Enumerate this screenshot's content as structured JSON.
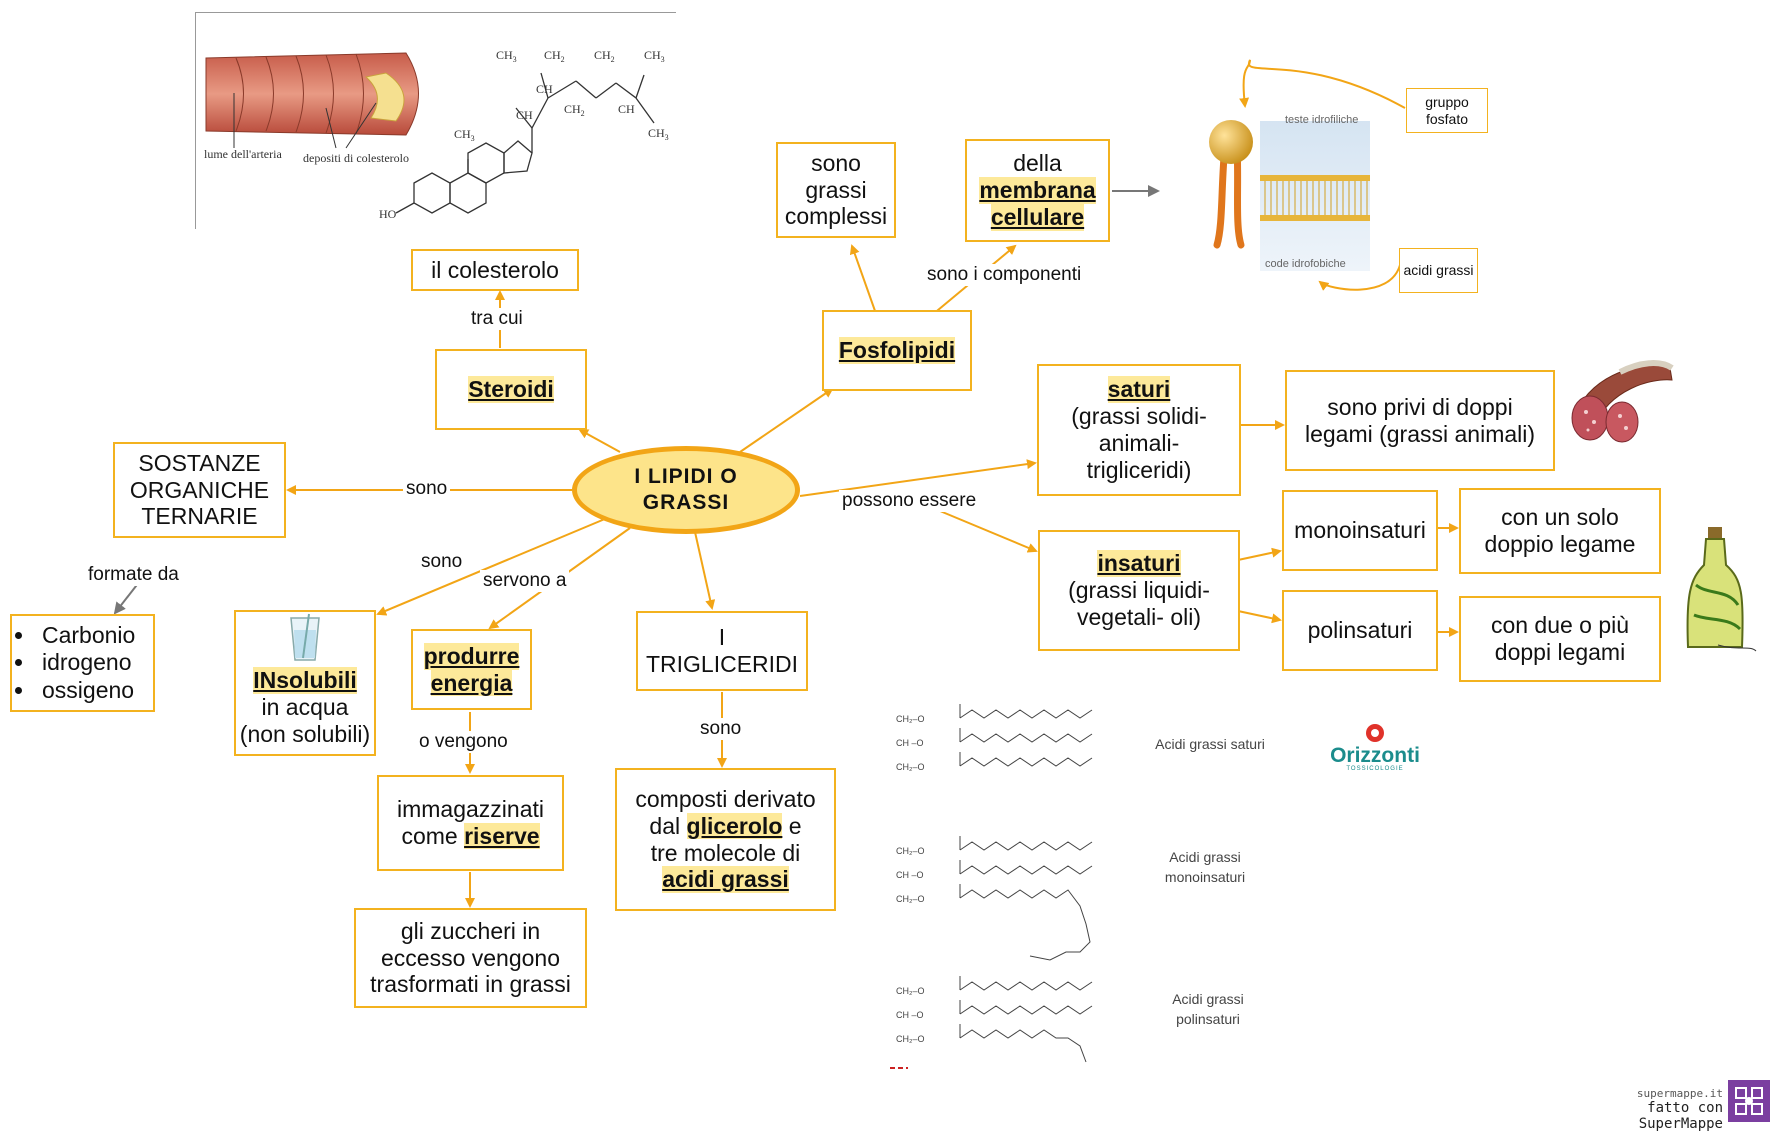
{
  "center": {
    "line1": "I  LIPIDI  O",
    "line2": "GRASSI"
  },
  "nodes": {
    "sostanze": "SOSTANZE ORGANICHE TERNARIE",
    "elements": [
      "Carbonio",
      "idrogeno",
      "ossigeno"
    ],
    "steroidi": "Steroidi",
    "colesterolo": "il colesterolo",
    "insolubili_hl": "INsolubili",
    "insolubili_rest1": "in acqua",
    "insolubili_rest2": "(non solubili)",
    "produrre1": "produrre",
    "produrre2": "energia",
    "immagazzinati1": "immagazzinati",
    "immagazzinati2": "come",
    "riserve": "riserve",
    "zuccheri": "gli zuccheri in eccesso vengono trasformati in grassi",
    "trigliceridi": "I TRIGLICERIDI",
    "composti1": "composti derivato",
    "composti2": "dal",
    "glicerolo": "glicerolo",
    "composti3": "e",
    "composti4": "tre molecole di",
    "acidi_grassi": "acidi grassi",
    "fosfolipidi": "Fosfolipidi",
    "complessi": "sono grassi complessi",
    "membrana1": "della",
    "membrana2": "membrana",
    "membrana3": "cellulare",
    "saturi_hl": "saturi",
    "saturi_rest": "(grassi solidi- animali- trigliceridi)",
    "privi": "sono privi di doppi legami (grassi animali)",
    "insaturi_hl": "insaturi",
    "insaturi_rest": "(grassi liquidi- vegetali- oli)",
    "mono": "monoinsaturi",
    "poli": "polinsaturi",
    "solo": "con un solo doppio legame",
    "due": "con due o più doppi legami",
    "gruppo_fosfato": "gruppo fosfato",
    "acidi_grassi_small": "acidi grassi"
  },
  "links": {
    "sono_left": "sono",
    "formate_da": "formate da",
    "tra_cui": "tra cui",
    "sono_insol": "sono",
    "servono_a": "servono a",
    "o_vengono": "o vengono",
    "sono_trig": "sono",
    "possono_essere": "possono essere",
    "componenti": "sono i componenti"
  },
  "images": {
    "artery_lume": "lume dell'arteria",
    "artery_depositi": "depositi di colesterolo",
    "membrane_top": "teste idrofiliche",
    "membrane_bottom": "code idrofobiche",
    "mol_saturi": "Acidi grassi saturi",
    "mol_mono": "Acidi grassi monoinsaturi",
    "mol_poli": "Acidi grassi polinsaturi",
    "orizzonti": "Orizzonti",
    "orizzonti_sub": "TOSSICOLOGIE"
  },
  "chem_labels": {
    "ch3": "CH",
    "ch2": "CH",
    "ch": "CH",
    "oh": "HO",
    "sub3": "3",
    "sub2": "2"
  },
  "footer": {
    "site": "supermappe.it",
    "made": "fatto con SuperMappe"
  },
  "colors": {
    "accent": "#f3b21f",
    "highlight": "#fde99a",
    "center_fill": "#fde48a",
    "arrow": "#f2a516"
  }
}
